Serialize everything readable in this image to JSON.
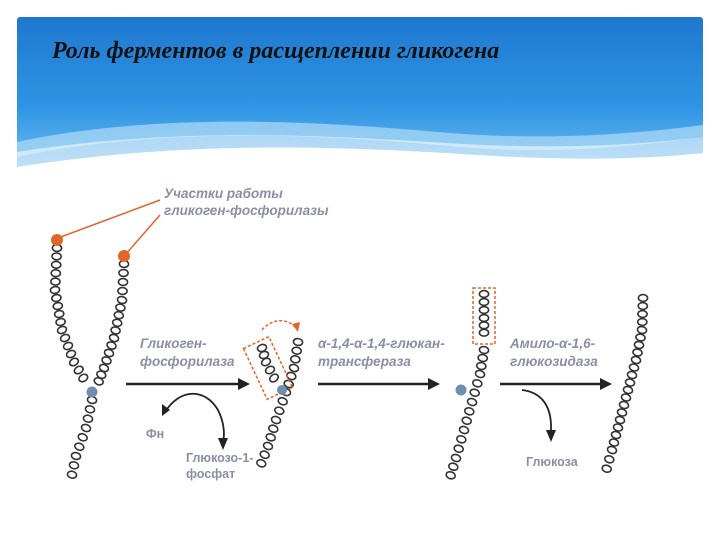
{
  "slide": {
    "title": "Роль ферментов в расщеплении гликогена"
  },
  "diagram": {
    "sites_label": [
      "Участки работы",
      "гликоген-фосфорилазы"
    ],
    "step1": {
      "enzyme": [
        "Гликоген-",
        "фосфорилаза"
      ],
      "substrate": "Фн",
      "product": [
        "Глюкозо-1-",
        "фосфат"
      ]
    },
    "step2": {
      "enzyme": [
        "α-1,4-α-1,4-глюкан-",
        "трансфераза"
      ]
    },
    "step3": {
      "enzyme": [
        "Амило-α-1,6-",
        "глюкозидаза"
      ],
      "product": "Глюкоза"
    },
    "colors": {
      "chain": "#333333",
      "branch_point": "#6f8fb0",
      "reducing_end": "#e0662a",
      "arrow": "#222222",
      "label": "#8a8ea6",
      "header_blue": "#1e78cf"
    }
  }
}
